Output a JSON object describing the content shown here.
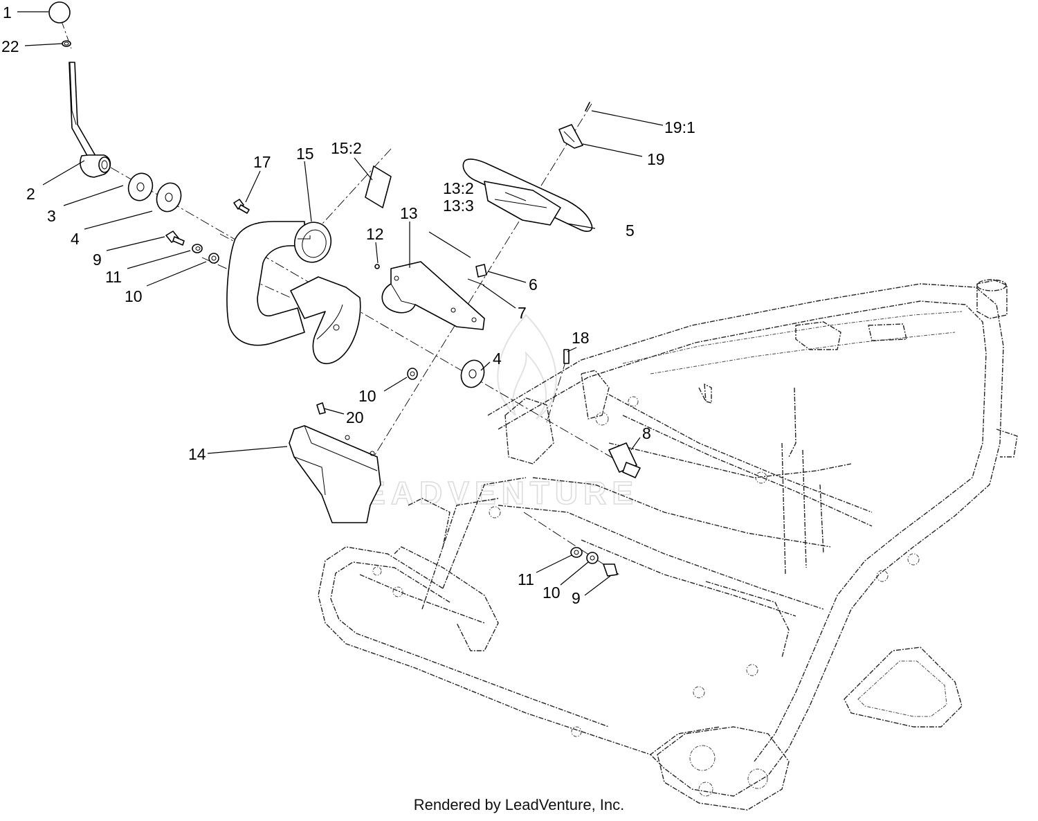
{
  "watermark": "LEADVENTURE",
  "footer": "Rendered by LeadVenture, Inc.",
  "callouts": [
    "1",
    "22",
    "2",
    "3",
    "4",
    "9",
    "11",
    "10",
    "17",
    "15",
    "15:2",
    "12",
    "13",
    "13:2",
    "13:3",
    "5",
    "19:1",
    "19",
    "6",
    "7",
    "4",
    "10",
    "18",
    "20",
    "14",
    "8",
    "11",
    "10",
    "9"
  ]
}
